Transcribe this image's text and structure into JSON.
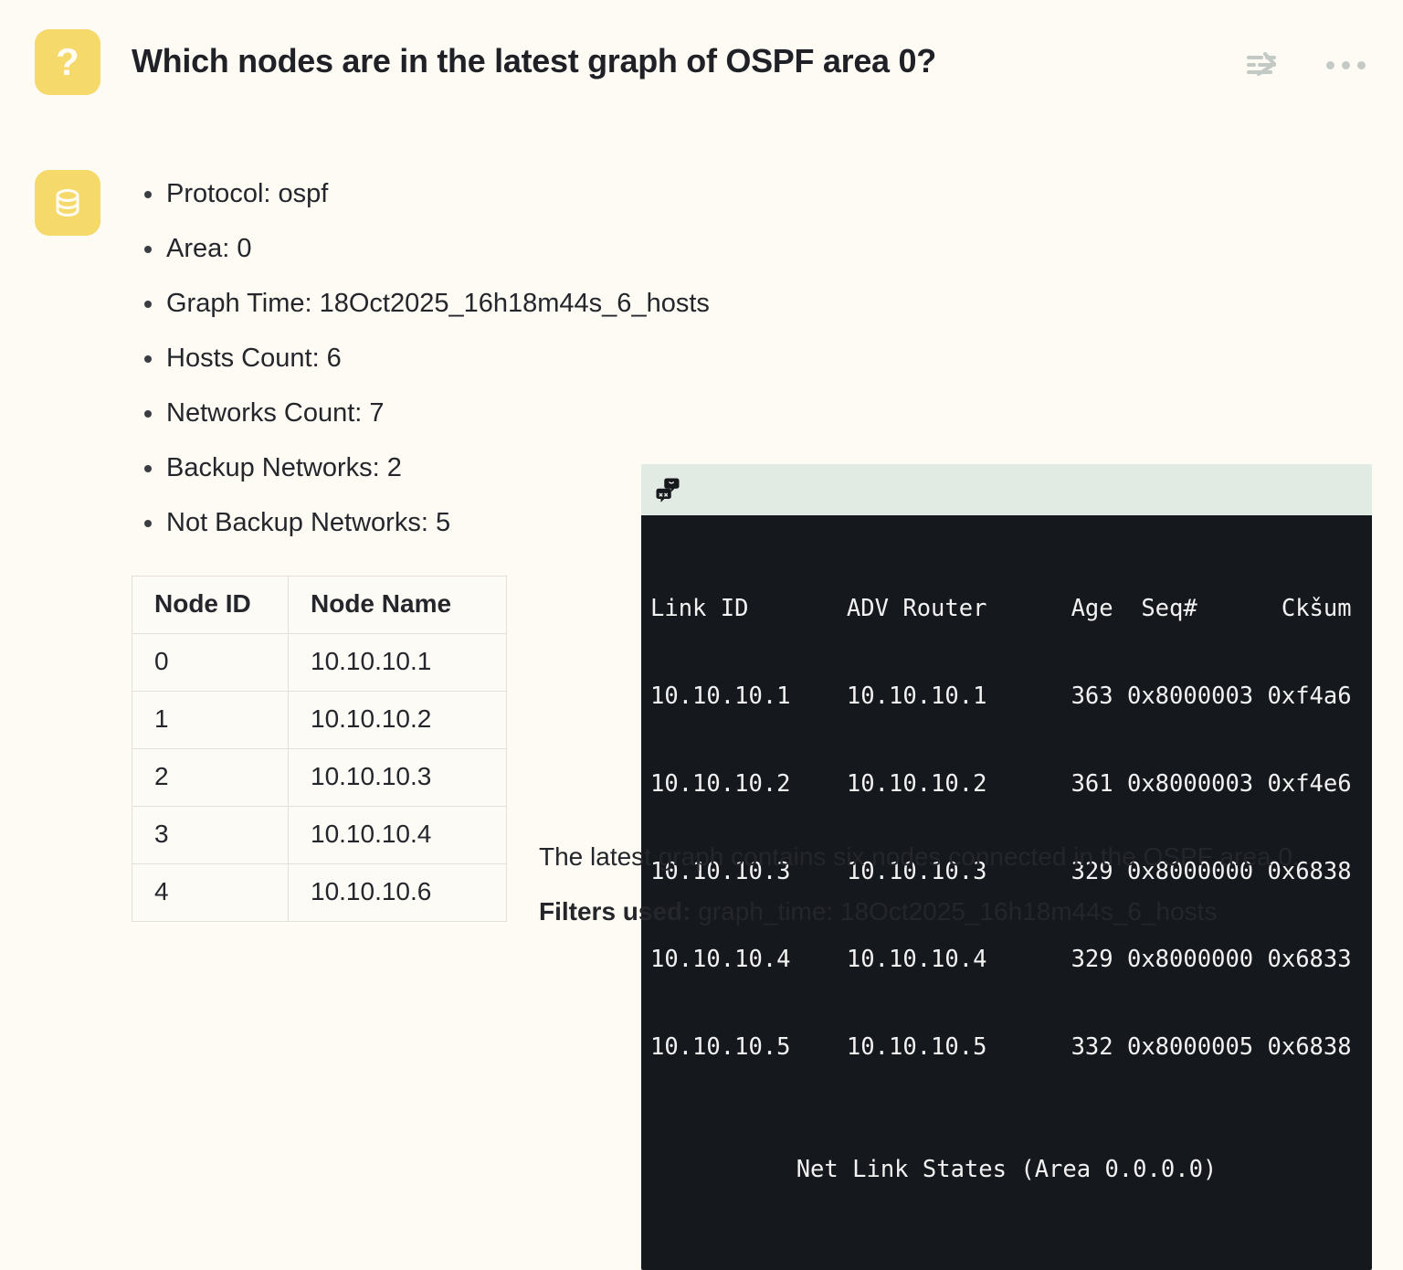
{
  "header": {
    "badge_icon": "question-mark-icon",
    "badge_glyph": "?",
    "title": "Which nodes are in the latest graph of OSPF area 0?",
    "actions": [
      {
        "name": "sliders-icon",
        "label": ""
      },
      {
        "name": "more-options-icon",
        "label": ""
      }
    ]
  },
  "response": {
    "badge_icon": "database-icon",
    "bullets": [
      "Protocol: ospf",
      "Area: 0",
      "Graph Time: 18Oct2025_16h18m44s_6_hosts",
      "Hosts Count: 6",
      "Networks Count: 7",
      "Backup Networks: 2",
      "Not Backup Networks: 5"
    ]
  },
  "node_table": {
    "columns": [
      "Node ID",
      "Node Name"
    ],
    "rows": [
      [
        "0",
        "10.10.10.1"
      ],
      [
        "1",
        "10.10.10.2"
      ],
      [
        "2",
        "10.10.10.3"
      ],
      [
        "3",
        "10.10.10.4"
      ],
      [
        "4",
        "10.10.10.6"
      ]
    ]
  },
  "terminal": {
    "toolbar_icon": "speech-bubbles-icon",
    "header_line": "Link ID       ADV Router      Age  Seq#      Ckšum",
    "lines": [
      "10.10.10.1    10.10.10.1      363 0x8000003 0xf4a6",
      "10.10.10.2    10.10.10.2      361 0x8000003 0xf4e6",
      "10.10.10.3    10.10.10.3      329 0x8000000 0x6838",
      "10.10.10.4    10.10.10.4      329 0x8000000 0x6833",
      "10.10.10.5    10.10.10.5      332 0x8000005 0x6838"
    ],
    "footer_line": "Net Link States (Area 0.0.0.0)"
  },
  "answer": {
    "summary": "The latest graph contains six nodes connected in the OSPF area 0.",
    "filters_label": "Filters used:",
    "filters_value": "graph_time: 18Oct2025_16h18m44s_6_hosts"
  },
  "colors": {
    "page_background": "#fdfbf4",
    "accent_yellow": "#f6d96b",
    "terminal_background": "#15181c",
    "terminal_bar": "#e2eae4",
    "text": "#24262b",
    "table_border": "#e2e0d8",
    "icon_gray": "#c5cac6"
  }
}
